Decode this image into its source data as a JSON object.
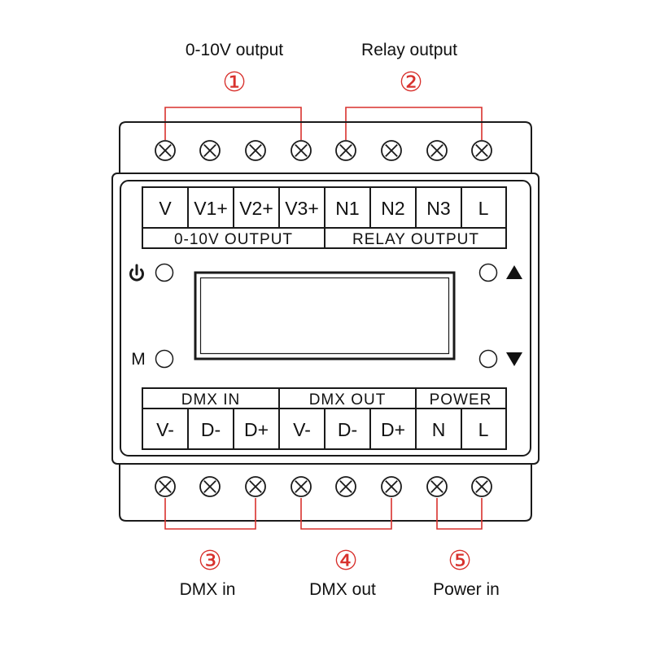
{
  "callouts": {
    "top": [
      {
        "number": "①",
        "label": "0-10V output"
      },
      {
        "number": "②",
        "label": "Relay output"
      }
    ],
    "bottom": [
      {
        "number": "③",
        "label": "DMX in"
      },
      {
        "number": "④",
        "label": "DMX out"
      },
      {
        "number": "⑤",
        "label": "Power in"
      }
    ]
  },
  "top_table": {
    "terminals": [
      "V",
      "V1+",
      "V2+",
      "V3+",
      "N1",
      "N2",
      "N3",
      "L"
    ],
    "groups": [
      "0-10V OUTPUT",
      "RELAY OUTPUT"
    ]
  },
  "bottom_table": {
    "groups": [
      "DMX IN",
      "DMX OUT",
      "POWER"
    ],
    "terminals": [
      "V-",
      "D-",
      "D+",
      "V-",
      "D-",
      "D+",
      "N",
      "L"
    ]
  },
  "buttons": {
    "mode_label": "M"
  },
  "icons": [
    "power-icon",
    "up-triangle-icon",
    "down-triangle-icon",
    "screw-terminal-icon"
  ],
  "colors": {
    "callout": "#d8312d",
    "outline": "#1a1a1a",
    "background": "#ffffff"
  }
}
